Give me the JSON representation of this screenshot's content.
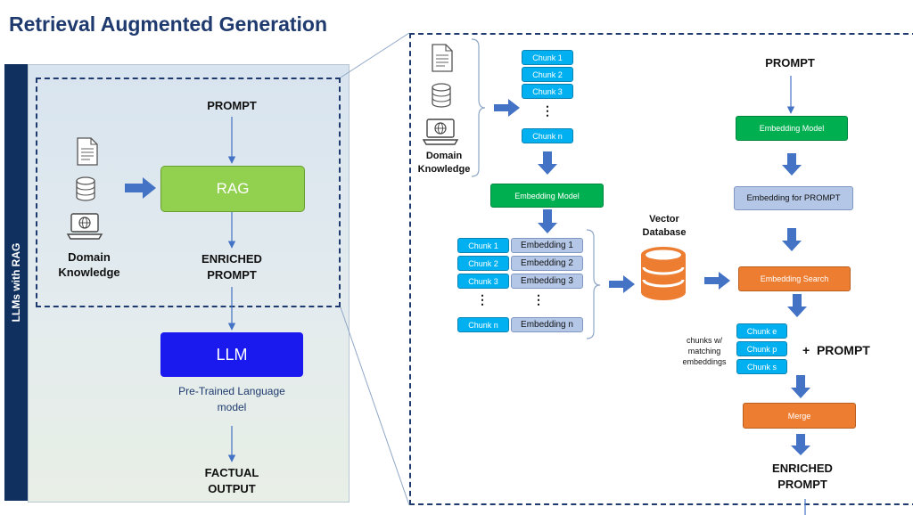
{
  "title": "Retrieval Augmented Generation",
  "sidebar_label": "LLMs with RAG",
  "left": {
    "prompt": "PROMPT",
    "rag": "RAG",
    "domain_knowledge_line1": "Domain",
    "domain_knowledge_line2": "Knowledge",
    "enriched_line1": "ENRICHED",
    "enriched_line2": "PROMPT",
    "llm": "LLM",
    "pretrained_line1": "Pre-Trained Language",
    "pretrained_line2": "model",
    "factual_line1": "FACTUAL",
    "factual_line2": "OUTPUT"
  },
  "detail": {
    "domain_knowledge_line1": "Domain",
    "domain_knowledge_line2": "Knowledge",
    "chunks_top": [
      "Chunk 1",
      "Chunk 2",
      "Chunk 3"
    ],
    "chunk_n": "Chunk n",
    "embedding_model": "Embedding Model",
    "chunk_rows": [
      {
        "chunk": "Chunk 1",
        "embedding": "Embedding  1"
      },
      {
        "chunk": "Chunk 2",
        "embedding": "Embedding 2"
      },
      {
        "chunk": "Chunk 3",
        "embedding": "Embedding 3"
      }
    ],
    "chunk_row_n": {
      "chunk": "Chunk n",
      "embedding": "Embedding n"
    },
    "vector_db_line1": "Vector",
    "vector_db_line2": "Database",
    "prompt": "PROMPT",
    "embedding_model_2": "Embedding Model",
    "embedding_for_prompt": "Embedding for PROMPT",
    "embedding_search": "Embedding Search",
    "matched_chunks": [
      "Chunk e",
      "Chunk p",
      "Chunk s"
    ],
    "chunks_note_line1": "chunks w/",
    "chunks_note_line2": "matching",
    "chunks_note_line3": "embeddings",
    "plus_prompt": "+  PROMPT",
    "merge": "Merge",
    "enriched_line1": "ENRICHED",
    "enriched_line2": "PROMPT"
  },
  "colors": {
    "navy": "#1f3a6e",
    "chunk": "#00b0f0",
    "embedding": "#b4c7e7",
    "green": "#00b050",
    "orange": "#ed7d31",
    "rag": "#92d050",
    "llm": "#1a1aee",
    "arrow": "#4472c4"
  },
  "icons": [
    "document-icon",
    "database-icon",
    "laptop-globe-icon",
    "gear-icon",
    "vector-database-icon"
  ]
}
